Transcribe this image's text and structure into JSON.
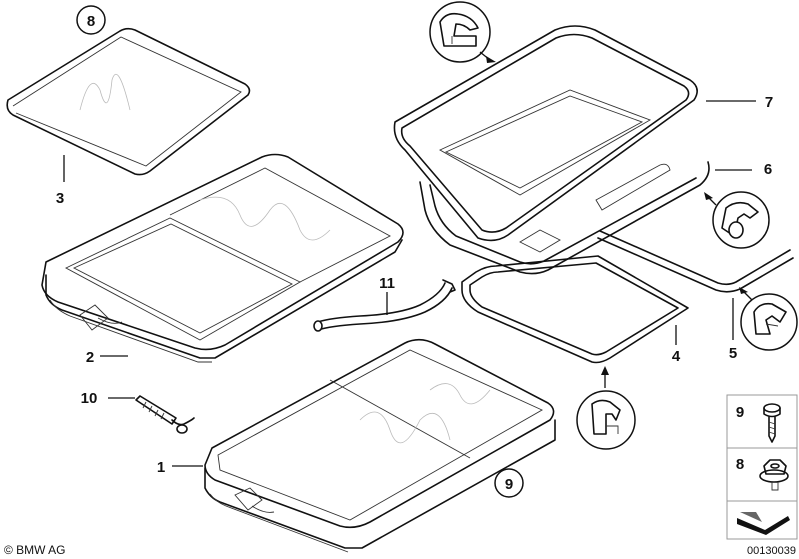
{
  "callouts": {
    "c1": "1",
    "c2": "2",
    "c3": "3",
    "c4": "4",
    "c5": "5",
    "c6": "6",
    "c7": "7",
    "c8_circle": "8",
    "c9_circle": "9",
    "c10": "10",
    "c11": "11",
    "legend_9": "9",
    "legend_8": "8"
  },
  "footer": {
    "copyright": "© BMW AG",
    "image_number": "00130039"
  }
}
